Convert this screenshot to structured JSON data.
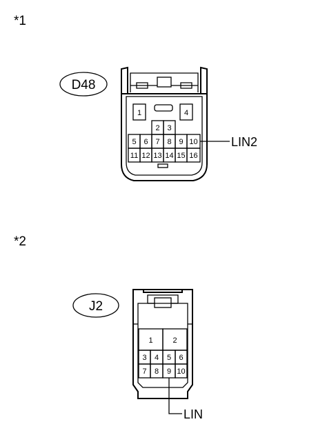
{
  "fig1": {
    "marker": "*1",
    "connector_id": "D48",
    "pins_top": [
      "1",
      "4"
    ],
    "pins_mid": [
      "2",
      "3"
    ],
    "pins_row1": [
      "5",
      "6",
      "7",
      "8",
      "9",
      "10"
    ],
    "pins_row2": [
      "11",
      "12",
      "13",
      "14",
      "15",
      "16"
    ],
    "callout": "LIN2"
  },
  "fig2": {
    "marker": "*2",
    "connector_id": "J2",
    "pins_top": [
      "1",
      "2"
    ],
    "pins_row1": [
      "3",
      "4",
      "5",
      "6"
    ],
    "pins_row2": [
      "7",
      "8",
      "9",
      "10"
    ],
    "callout": "LIN"
  }
}
